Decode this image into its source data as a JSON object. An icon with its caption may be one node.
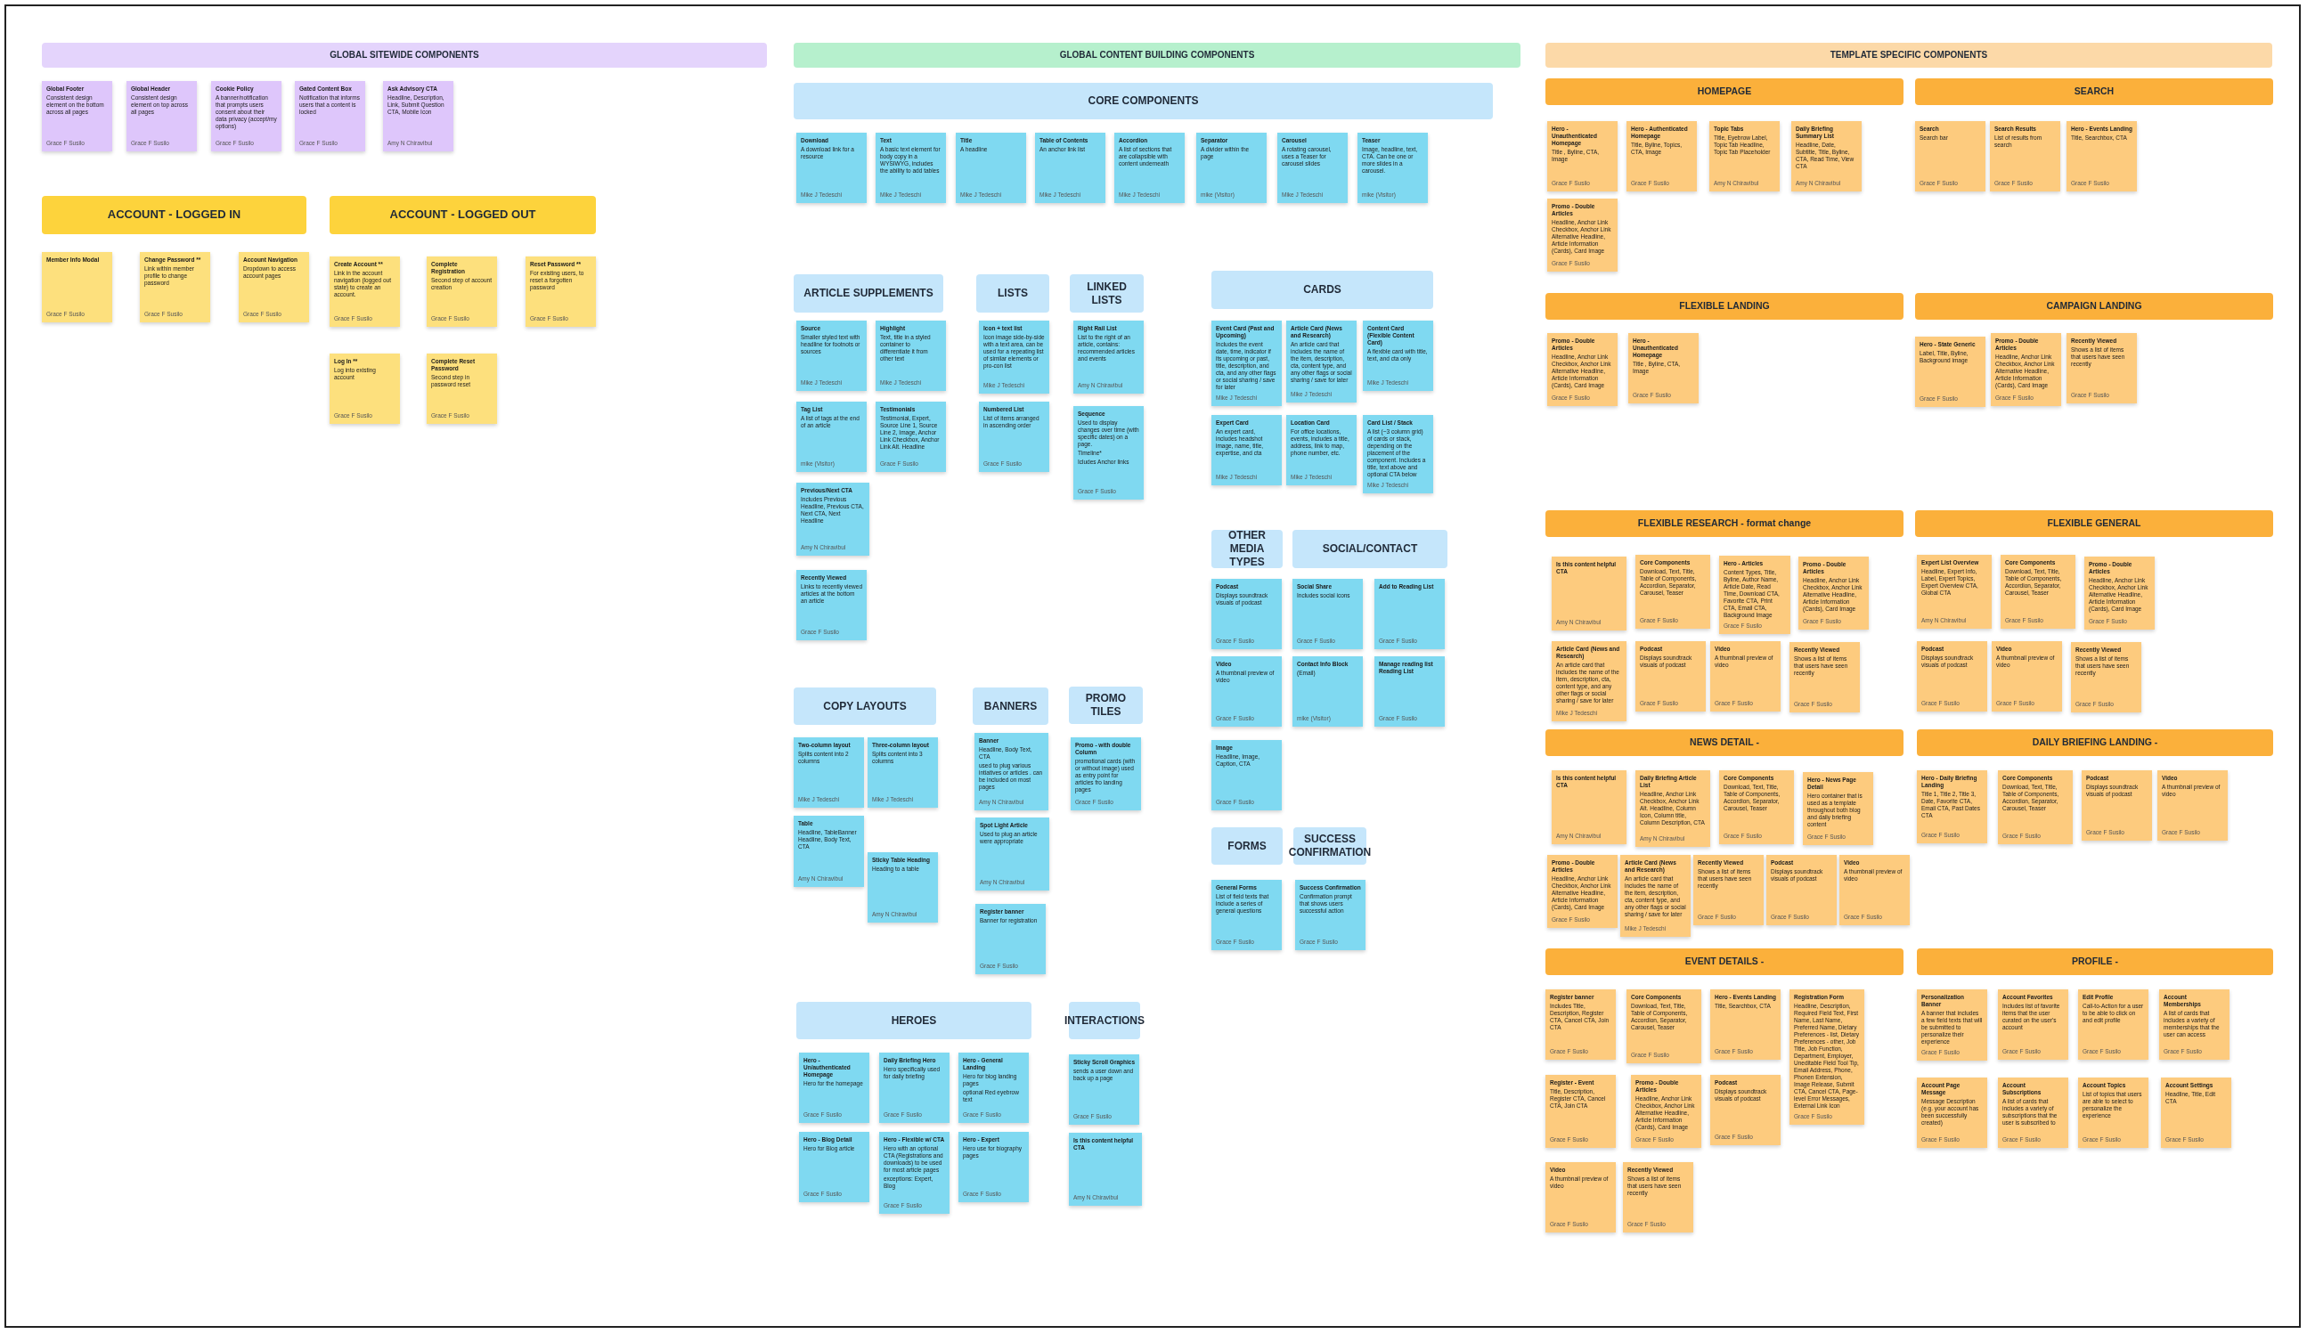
{
  "diagram": {
    "nodes": [
      {
        "text": [
          "GLOBAL SITEWIDE COMPONENTS"
        ]
      },
      {
        "text": [
          "Global Footer",
          "Consistent design element on the bottom across all pages",
          "Grace F Susilo"
        ]
      },
      {
        "text": [
          "Global Header",
          "Consistent design element on top across all pages",
          "Grace F Susilo"
        ]
      },
      {
        "text": [
          "Cookie Policy",
          "A banner/notification that prompts users consent about their data privacy (accept/my options)",
          "Grace F Susilo"
        ]
      },
      {
        "text": [
          "Gated Content Box",
          "Notification that informs users that a content is locked",
          "Grace F Susilo"
        ]
      },
      {
        "text": [
          "Ask Advisory CTA",
          "Headline, Description, Link, Submit Question CTA, Mobile Icon",
          "Amy N Chiravibul"
        ]
      },
      {
        "text": [
          "ACCOUNT - LOGGED IN"
        ]
      },
      {
        "text": [
          "ACCOUNT - LOGGED OUT"
        ]
      },
      {
        "text": [
          "Member Info Modal",
          "Grace F Susilo"
        ]
      },
      {
        "text": [
          "Change Password **",
          "Link within member profile to change password",
          "Grace F Susilo"
        ]
      },
      {
        "text": [
          "Account Navigation",
          "Dropdown to access account pages",
          "Grace F Susilo"
        ]
      },
      {
        "text": [
          "Create Account **",
          "Link in the account navigation (logged out state) to create an account.",
          "Grace F Susilo"
        ]
      },
      {
        "text": [
          "Complete Registration",
          "Second step of account creation",
          "Grace F Susilo"
        ]
      },
      {
        "text": [
          "Reset Password **",
          "For existing users, to reset a forgotten password",
          "Grace F Susilo"
        ]
      },
      {
        "text": [
          "Log In **",
          "Log into existing account",
          "Grace F Susilo"
        ]
      },
      {
        "text": [
          "Complete Reset Password",
          "Second step in password reset",
          "Grace F Susilo"
        ]
      },
      {
        "text": [
          "GLOBAL CONTENT BUILDING COMPONENTS"
        ]
      },
      {
        "text": [
          "CORE COMPONENTS"
        ]
      },
      {
        "text": [
          "Download",
          "A download link for a resource",
          "Mike J Tedeschi"
        ]
      },
      {
        "text": [
          "Text",
          "A basic text element for body copy in a WYSIWYG, includes the ability to add tables",
          "Mike J Tedeschi"
        ]
      },
      {
        "text": [
          "Title",
          "A headline",
          "Mike J Tedeschi"
        ]
      },
      {
        "text": [
          "Table of Contents",
          "An anchor link list",
          "Mike J Tedeschi"
        ]
      },
      {
        "text": [
          "Accordion",
          "A list of sections that are collapsible with content underneath",
          "Mike J Tedeschi"
        ]
      },
      {
        "text": [
          "Separator",
          "A divider within the page",
          "mike (Visitor)"
        ]
      },
      {
        "text": [
          "Carousel",
          "A rotating carousel, uses a Teaser for carousel slides",
          "Mike J Tedeschi"
        ]
      },
      {
        "text": [
          "Teaser",
          "Image, headline, text, CTA. Can be one or more slides in a carousel.",
          "mike (Visitor)"
        ]
      },
      {
        "text": [
          "ARTICLE SUPPLEMENTS"
        ]
      },
      {
        "text": [
          "LISTS"
        ]
      },
      {
        "text": [
          "LINKED LISTS"
        ]
      },
      {
        "text": [
          "Source",
          "Smaller styled text with headline for footnots or sources",
          "Mike J Tedeschi"
        ]
      },
      {
        "text": [
          "Highlight",
          "Text, title in a styled container to differentiate it from other text",
          "Mike J Tedeschi"
        ]
      },
      {
        "text": [
          "Icon + text list",
          "Icon image side-by-side with a text area, can be used for a repeating list of similar elements or pro-con list",
          "Mike J Tedeschi"
        ]
      },
      {
        "text": [
          "Right Rail List",
          "List to the right of an article, contains: recommended articles and events",
          "Amy N Chiravibul"
        ]
      },
      {
        "text": [
          "Tag List",
          "A list of tags at the end of an article",
          "mike (Visitor)"
        ]
      },
      {
        "text": [
          "Testimonials",
          "Testimonial, Expert, Source Line 1, Source Line 2, Image, Anchor Link Checkbox, Anchor Link Alt. Headline",
          "Grace F Susilo"
        ]
      },
      {
        "text": [
          "Numbered List",
          "List of items arranged in ascending order",
          "Grace F Susilo"
        ]
      },
      {
        "text": [
          "Sequence",
          "Used to display changes over time (with specific dates) on a page.",
          "Timeline*",
          "Icludes Anchor links",
          "Grace F Susilo"
        ]
      },
      {
        "text": [
          "Previous/Next CTA",
          "Includes Previous Headline, Previous CTA, Next CTA, Next Headline",
          "Amy N Chiravibul"
        ]
      },
      {
        "text": [
          "Recently Viewed",
          "Links to recently viewed articles at the bottom an article",
          "Grace F Susilo"
        ]
      },
      {
        "text": [
          "CARDS"
        ]
      },
      {
        "text": [
          "Event Card (Past and Upcoming)",
          "Includes the event date, time, indicator if its upcoming or past, title, description, and cta, and any other flags or social sharing / save for later",
          "Mike J Tedeschi"
        ]
      },
      {
        "text": [
          "Article Card (News and Research)",
          "An article card that includes the name of the item, description, cta, content type, and any other flags or social sharing / save for later",
          "Mike J Tedeschi"
        ]
      },
      {
        "text": [
          "Content Card (Flexible Content Card)",
          "A flexible card with title, text, and cta only",
          "Mike J Tedeschi"
        ]
      },
      {
        "text": [
          "Expert Card",
          "An expert card, includes headshot image, name, title, expertise, and cta",
          "Mike J Tedeschi"
        ]
      },
      {
        "text": [
          "Location Card",
          "For office locations, events, includes a title, address, link to map, phone number, etc.",
          "Mike J Tedeschi"
        ]
      },
      {
        "text": [
          "Card List / Stack",
          "A list (~3 column grid) of cards or stack, depending on the placement of the component. Includes a title, text above and optional CTA below",
          "Mike J Tedeschi"
        ]
      },
      {
        "text": [
          "OTHER MEDIA TYPES"
        ]
      },
      {
        "text": [
          "SOCIAL/CONTACT"
        ]
      },
      {
        "text": [
          "Podcast",
          "Displays soundtrack visuals of podcast",
          "Grace F Susilo"
        ]
      },
      {
        "text": [
          "Social Share",
          "Includes social icons",
          "Grace F Susilo"
        ]
      },
      {
        "text": [
          "Add to Reading List",
          "Grace F Susilo"
        ]
      },
      {
        "text": [
          "Video",
          "A thumbnail preview of video",
          "Grace F Susilo"
        ]
      },
      {
        "text": [
          "Contact Info Block",
          "(Email)",
          "mike (Visitor)"
        ]
      },
      {
        "text": [
          "Manage reading list Reading List",
          "Grace F Susilo"
        ]
      },
      {
        "text": [
          "Image",
          "Headline, Image, Caption, CTA",
          "Grace F Susilo"
        ]
      },
      {
        "text": [
          "FORMS"
        ]
      },
      {
        "text": [
          "SUCCESS CONFIRMATION"
        ]
      },
      {
        "text": [
          "General Forms",
          "List of field texts that include a series of general questions",
          "Grace F Susilo"
        ]
      },
      {
        "text": [
          "Success Confirmation",
          "Confirmation prompt that shows users successful action",
          "Grace F Susilo"
        ]
      },
      {
        "text": [
          "COPY LAYOUTS"
        ]
      },
      {
        "text": [
          "BANNERS"
        ]
      },
      {
        "text": [
          "PROMO TILES"
        ]
      },
      {
        "text": [
          "Two-column layout",
          "Splits content into 2 columns",
          "Mike J Tedeschi"
        ]
      },
      {
        "text": [
          "Three-column layout",
          "Splits content into 3 columns",
          "Mike J Tedeschi"
        ]
      },
      {
        "text": [
          "Banner",
          "Headline, Body Text, CTA",
          "used to plug various intiatives or articles . can be included on most pages",
          "Amy N Chiravibul"
        ]
      },
      {
        "text": [
          "Promo - with double Column",
          "promotional cards (with or without image) used as entry point for articles fro landing pages",
          "Grace F Susilo"
        ]
      },
      {
        "text": [
          "Table",
          "Headline, TableBanner Headline, Body Text, CTA",
          "Amy N Chiravibul"
        ]
      },
      {
        "text": [
          "Sticky Table Heading",
          "Heading to a table",
          "Amy N Chiravibul"
        ]
      },
      {
        "text": [
          "Spot Light Article",
          "Used to plug an article were appropriate",
          "Amy N Chiravibul"
        ]
      },
      {
        "text": [
          "Register banner",
          "Banner for registration",
          "Grace F Susilo"
        ]
      },
      {
        "text": [
          "HEROES"
        ]
      },
      {
        "text": [
          "INTERACTIONS"
        ]
      },
      {
        "text": [
          "Hero - Un/authenticated Homepage",
          "Hero for the homepage",
          "Grace F Susilo"
        ]
      },
      {
        "text": [
          "Daily Briefing Hero",
          "Hero specifically used for daily briefing",
          "Grace F Susilo"
        ]
      },
      {
        "text": [
          "Hero - General Landing",
          "Hero for blog landing pages",
          "optional Red eyebrow text",
          "Grace F Susilo"
        ]
      },
      {
        "text": [
          "Sticky Scroll Graphics",
          "sends a user down and back up a page",
          "Grace F Susilo"
        ]
      },
      {
        "text": [
          "Hero - Blog Detail",
          "Hero for Blog article",
          "Grace F Susilo"
        ]
      },
      {
        "text": [
          "Hero - Flexible w/ CTA",
          "Hero with an optional CTA (Registrations and downloads) to be used for most article pages",
          "exceptions: Expert, Blog",
          "Grace F Susilo"
        ]
      },
      {
        "text": [
          "Hero - Expert",
          "Hero use for biography pages",
          "Grace F Susilo"
        ]
      },
      {
        "text": [
          "Is this content helpful CTA",
          "Amy N Chiravibul"
        ]
      },
      {
        "text": [
          "TEMPLATE SPECIFIC COMPONENTS"
        ]
      },
      {
        "text": [
          "HOMEPAGE"
        ]
      },
      {
        "text": [
          "SEARCH"
        ]
      },
      {
        "text": [
          "Hero - Unauthenticated Homepage",
          "Title , Byline, CTA, Image",
          "Grace F Susilo"
        ]
      },
      {
        "text": [
          "Hero - Authenticated Homepage",
          "Title, Byline, Topics, CTA, Image",
          "Grace F Susilo"
        ]
      },
      {
        "text": [
          "Topic Tabs",
          "Title, Eyebrow Label, Topic Tab Headline, Topic Tab Placeholder",
          "Amy N Chiravibul"
        ]
      },
      {
        "text": [
          "Daily Briefing Summary List",
          "Headline, Date, Subtitle, Title, Byline, CTA, Read Time, View CTA",
          "Amy N Chiravibul"
        ]
      },
      {
        "text": [
          "Search",
          "Search bar",
          "Grace F Susilo"
        ]
      },
      {
        "text": [
          "Search Results",
          "List of results from search",
          "Grace F Susilo"
        ]
      },
      {
        "text": [
          "Hero - Events Landing",
          "Title, Searchbox, CTA",
          "Grace F Susilo"
        ]
      },
      {
        "text": [
          "Promo - Double Articles",
          "Headline, Anchor Link Checkbox, Anchor Link Alternative Headline, Article Information (Cards), Card Image",
          "Grace F Susilo"
        ]
      },
      {
        "text": [
          "FLEXIBLE LANDING"
        ]
      },
      {
        "text": [
          "CAMPAIGN LANDING"
        ]
      },
      {
        "text": [
          "Promo - Double Articles",
          "Headline, Anchor Link Checkbox, Anchor Link Alternative Headline, Article Information (Cards), Card Image",
          "Grace F Susilo"
        ]
      },
      {
        "text": [
          "Hero - Unauthenticated Homepage",
          "Title , Byline, CTA, Image",
          "Grace F Susilo"
        ]
      },
      {
        "text": [
          "Hero - State Generic",
          "Label, Title, Byline, Background image",
          "Grace F Susilo"
        ]
      },
      {
        "text": [
          "Promo - Double Articles",
          "Headline, Anchor Link Checkbox, Anchor Link Alternative Headline, Article Information (Cards), Card Image",
          "Grace F Susilo"
        ]
      },
      {
        "text": [
          "Recently Viewed",
          "Shows a list of items that users have seen recently",
          "Grace F Susilo"
        ]
      },
      {
        "text": [
          "FLEXIBLE RESEARCH - format change"
        ]
      },
      {
        "text": [
          "FLEXIBLE GENERAL"
        ]
      },
      {
        "text": [
          "Is this content helpful CTA",
          "Amy N Chiravibul"
        ]
      },
      {
        "text": [
          "Core Components",
          "Download, Text, Title, Table of Components, Accordion, Separator, Carousel, Teaser",
          "Grace F Susilo"
        ]
      },
      {
        "text": [
          "Hero - Articles",
          "Content Types, Title, Byline, Author Name, Article Date, Read Time, Download CTA, Favorite CTA, Print CTA, Email CTA, Background Image",
          "Grace F Susilo"
        ]
      },
      {
        "text": [
          "Promo - Double Articles",
          "Headline, Anchor Link Checkbox, Anchor Link Alternative Headline, Article Information (Cards), Card Image",
          "Grace F Susilo"
        ]
      },
      {
        "text": [
          "Expert List Overview",
          "Headline, Expert Info, Label, Expert Topics, Expert Overview CTA, Global CTA",
          "Amy N Chiravibul"
        ]
      },
      {
        "text": [
          "Core Components",
          "Download, Text, Title, Table of Components, Accordion, Separator, Carousel, Teaser",
          "Grace F Susilo"
        ]
      },
      {
        "text": [
          "Promo - Double Articles",
          "Headline, Anchor Link Checkbox, Anchor Link Alternative Headline, Article Information (Cards), Card Image",
          "Grace F Susilo"
        ]
      },
      {
        "text": [
          "Article Card (News and Research)",
          "An article card that includes the name of the item, description, cta, content type, and any other flags or social sharing / save for later",
          "Mike J Tedeschi"
        ]
      },
      {
        "text": [
          "Podcast",
          "Displays soundtrack visuals of podcast",
          "Grace F Susilo"
        ]
      },
      {
        "text": [
          "Video",
          "A thumbnail preview of video",
          "Grace F Susilo"
        ]
      },
      {
        "text": [
          "Recently Viewed",
          "Shows a list of items that users have seen recently",
          "Grace F Susilo"
        ]
      },
      {
        "text": [
          "Podcast",
          "Displays soundtrack visuals of podcast",
          "Grace F Susilo"
        ]
      },
      {
        "text": [
          "Video",
          "A thumbnail preview of video",
          "Grace F Susilo"
        ]
      },
      {
        "text": [
          "Recently Viewed",
          "Shows a list of items that users have seen recently",
          "Grace F Susilo"
        ]
      },
      {
        "text": [
          "NEWS DETAIL -"
        ]
      },
      {
        "text": [
          "DAILY BRIEFING LANDING -"
        ]
      },
      {
        "text": [
          "Is this content helpful CTA",
          "Amy N Chiravibul"
        ]
      },
      {
        "text": [
          "Daily Briefing Article List",
          "Headline, Anchor Link Checkbox, Anchor Link Alt. Headline, Column Icon, Column title, Column Description, CTA",
          "Amy N Chiravibul"
        ]
      },
      {
        "text": [
          "Core Components",
          "Download, Text, Title, Table of Components, Accordion, Separator, Carousel, Teaser",
          "Grace F Susilo"
        ]
      },
      {
        "text": [
          "Hero - News Page Detail",
          "Hero container that is used as a template throughout both blog and daily briefing content",
          "Grace F Susilo"
        ]
      },
      {
        "text": [
          "Promo - Double Articles",
          "Headline, Anchor Link Checkbox, Anchor Link Alternative Headline, Article Information (Cards), Card Image",
          "Grace F Susilo"
        ]
      },
      {
        "text": [
          "Article Card (News and Research)",
          "An article card that includes the name of the item, description, cta, content type, and any other flags or social sharing / save for later",
          "Mike J Tedeschi"
        ]
      },
      {
        "text": [
          "Recently Viewed",
          "Shows a list of items that users have seen recently",
          "Grace F Susilo"
        ]
      },
      {
        "text": [
          "Podcast",
          "Displays soundtrack visuals of podcast",
          "Grace F Susilo"
        ]
      },
      {
        "text": [
          "Video",
          "A thumbnail preview of video",
          "Grace F Susilo"
        ]
      },
      {
        "text": [
          "Hero - Daily Briefing Landing",
          "Title 1, Title 2, Title 3, Date, Favorite CTA, Email CTA, Past Dates CTA",
          "Grace F Susilo"
        ]
      },
      {
        "text": [
          "Core Components",
          "Download, Text, Title, Table of Components, Accordion, Separator, Carousel, Teaser",
          "Grace F Susilo"
        ]
      },
      {
        "text": [
          "Podcast",
          "Displays soundtrack visuals of podcast",
          "Grace F Susilo"
        ]
      },
      {
        "text": [
          "Video",
          "A thumbnail preview of video",
          "Grace F Susilo"
        ]
      },
      {
        "text": [
          "EVENT DETAILS -"
        ]
      },
      {
        "text": [
          "PROFILE -"
        ]
      },
      {
        "text": [
          "Register banner",
          "Includes Title, Description, Register CTA, Cancel CTA, Join CTA",
          "Grace F Susilo"
        ]
      },
      {
        "text": [
          "Core Components",
          "Download, Text, Title, Table of Components, Accordion, Separator, Carousel, Teaser",
          "Grace F Susilo"
        ]
      },
      {
        "text": [
          "Hero - Events Landing",
          "Title, Searchbox, CTA",
          "Grace F Susilo"
        ]
      },
      {
        "text": [
          "Registration Form",
          "Headline, Description, Required Field Text, First Name, Last Name, Preferred Name, Dietary Preferences - list, Dietary Preferences - other, Job Title, Job Function, Department, Employer, Uneditable Field Tool Tip, Email Address, Phone, Phonen Extension, Image Release, Submit CTA, Cancel CTA, Page-level Error Messages, External Link Icon",
          "Grace F Susilo"
        ]
      },
      {
        "text": [
          "Personalization Banner",
          "A banner that includes a few field texts that will be submitted to personalize their experience",
          "Grace F Susilo"
        ]
      },
      {
        "text": [
          "Account Favorites",
          "Includes list of favorite items that the user curated on the user's account",
          "Grace F Susilo"
        ]
      },
      {
        "text": [
          "Edit Profile",
          "Call-to-Action for a user to be able to click on and edit profile",
          "Grace F Susilo"
        ]
      },
      {
        "text": [
          "Account Memberships",
          "A list of cards that includes a variety of memberships that the user can access",
          "Grace F Susilo"
        ]
      },
      {
        "text": [
          "Register - Event",
          "Title, Description, Register CTA, Cancel CTA, Join CTA",
          "Grace F Susilo"
        ]
      },
      {
        "text": [
          "Promo - Double Articles",
          "Headline, Anchor Link Checkbox, Anchor Link Alternative Headline, Article Information (Cards), Card Image",
          "Grace F Susilo"
        ]
      },
      {
        "text": [
          "Podcast",
          "Displays soundtrack visuals of podcast",
          "Grace F Susilo"
        ]
      },
      {
        "text": [
          "Account Page Message",
          "Message Description (e.g. your account has been successfully created)",
          "Grace F Susilo"
        ]
      },
      {
        "text": [
          "Account Subscriptions",
          "A list of cards that includes a variety of subscriptions that the user is subscribed to",
          "Grace F Susilo"
        ]
      },
      {
        "text": [
          "Account Topics",
          "List of topics that users are able to select to personalize the experience",
          "Grace F Susilo"
        ]
      },
      {
        "text": [
          "Account Settings",
          "Headline, Title, Edit CTA",
          "Grace F Susilo"
        ]
      },
      {
        "text": [
          "Video",
          "A thumbnail preview of video",
          "Grace F Susilo"
        ]
      },
      {
        "text": [
          "Recently Viewed",
          "Shows a list of items that users have seen recently",
          "Grace F Susilo"
        ]
      }
    ]
  }
}
